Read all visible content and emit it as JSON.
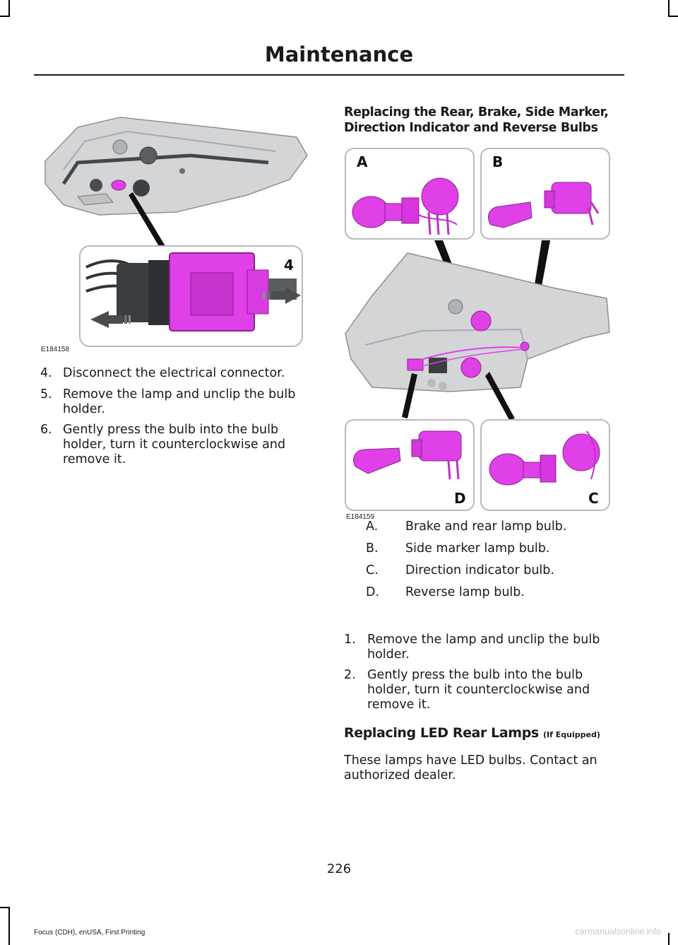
{
  "header": {
    "title": "Maintenance"
  },
  "figure1": {
    "callout": "4",
    "figure_id": "E184158"
  },
  "steps_left": [
    {
      "num": "4.",
      "text": "Disconnect the electrical connector."
    },
    {
      "num": "5.",
      "text": "Remove the lamp and unclip the bulb holder."
    },
    {
      "num": "6.",
      "text": "Gently press the bulb into the bulb holder, turn it counterclockwise and remove it."
    }
  ],
  "section1": {
    "heading": "Replacing the Rear, Brake, Side Marker, Direction Indicator and Reverse Bulbs"
  },
  "figure2": {
    "labels": {
      "a": "A",
      "b": "B",
      "c": "C",
      "d": "D"
    },
    "figure_id": "E184159"
  },
  "legend": [
    {
      "key": "A.",
      "value": "Brake and rear lamp bulb."
    },
    {
      "key": "B.",
      "value": "Side marker lamp bulb."
    },
    {
      "key": "C.",
      "value": "Direction indicator bulb."
    },
    {
      "key": "D.",
      "value": "Reverse lamp bulb."
    }
  ],
  "steps_right": [
    {
      "num": "1.",
      "text": "Remove the lamp and unclip the bulb holder."
    },
    {
      "num": "2.",
      "text": "Gently press the bulb into the bulb holder, turn it counterclockwise and remove it."
    }
  ],
  "section2": {
    "heading": "Replacing LED Rear Lamps",
    "qualifier": "(If Equipped)"
  },
  "paragraph": "These lamps have LED bulbs.  Contact an authorized dealer.",
  "page_number": "226",
  "footer": "Focus (CDH), enUSA, First Printing",
  "watermark": "carmanualsonline.info",
  "colors": {
    "highlight": "#e040e8",
    "text": "#1a1a1a",
    "lamp_gray": "#c9cbcd"
  }
}
